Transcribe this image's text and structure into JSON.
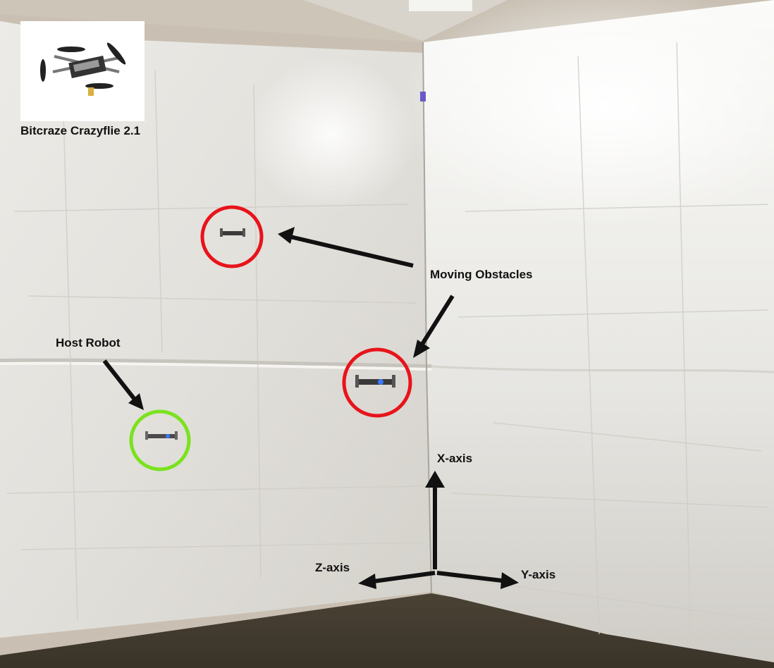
{
  "inset": {
    "caption": "Bitcraze Crazyflie 2.1",
    "icon": "quadcopter-drone"
  },
  "labels": {
    "moving_obstacles": "Moving Obstacles",
    "host_robot": "Host Robot",
    "x_axis": "X-axis",
    "y_axis": "Y-axis",
    "z_axis": "Z-axis"
  },
  "colors": {
    "obstacle_circle": "#e8141b",
    "host_circle": "#7be21e",
    "arrow": "#111111"
  }
}
